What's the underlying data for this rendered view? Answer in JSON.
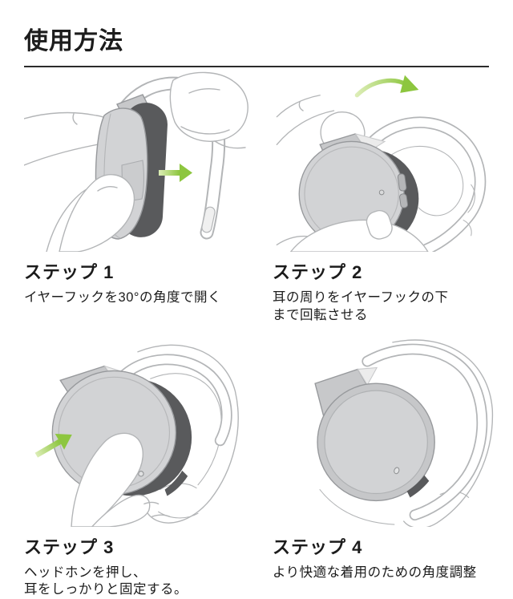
{
  "page": {
    "title": "使用方法"
  },
  "colors": {
    "accent_green": "#8dc63f",
    "accent_green_light": "#dcedb6",
    "fill_light": "#d2d3d5",
    "fill_mid": "#c7c8ca",
    "fill_dark": "#595a5c",
    "line_gray": "#b3b5b7",
    "device_line": "#97999c",
    "text": "#1c1c1c",
    "rule": "#2b2b2b"
  },
  "steps": [
    {
      "label": "ステップ 1",
      "description": "イヤーフックを30°の角度で開く"
    },
    {
      "label": "ステップ 2",
      "description": "耳の周りをイヤーフックの下\nまで回転させる"
    },
    {
      "label": "ステップ 3",
      "description": "ヘッドホンを押し、\n耳をしっかりと固定する。"
    },
    {
      "label": "ステップ 4",
      "description": "より快適な着用のための角度調整"
    }
  ]
}
